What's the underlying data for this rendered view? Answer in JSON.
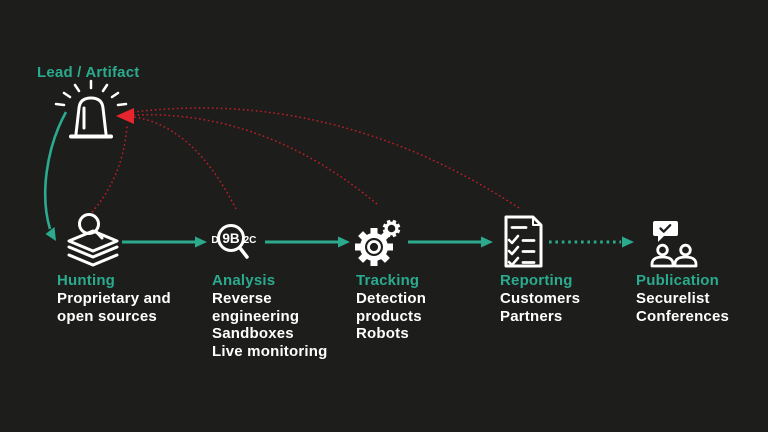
{
  "colors": {
    "background": "#1D1D1B",
    "teal": "#2BAA8E",
    "white": "#FFFFFF",
    "red_feedback_line": "#C01E28",
    "red_arrowhead": "#E8242E"
  },
  "lead": {
    "label": "Lead / Artifact",
    "icon": "siren-icon"
  },
  "stages": [
    {
      "title": "Hunting",
      "icon": "layers-search-icon",
      "lines": [
        "Proprietary and",
        "open sources"
      ]
    },
    {
      "title": "Analysis",
      "icon": "hex-magnifier-icon",
      "lines": [
        "Reverse",
        "engineering",
        "Sandboxes",
        "Live monitoring"
      ]
    },
    {
      "title": "Tracking",
      "icon": "gears-icon",
      "lines": [
        "Detection",
        "products",
        "Robots"
      ]
    },
    {
      "title": "Reporting",
      "icon": "checklist-document-icon",
      "lines": [
        "Customers",
        "Partners"
      ]
    },
    {
      "title": "Publication",
      "icon": "audience-speech-icon",
      "lines": [
        "Securelist",
        "Conferences"
      ]
    }
  ],
  "analysis_hex": {
    "left": "D",
    "center": "9B",
    "right": "2C"
  },
  "connections": {
    "forward_arrows": [
      {
        "from": "lead-artifact",
        "to": "hunting",
        "style": "solid-teal-curve"
      },
      {
        "from": "hunting",
        "to": "analysis",
        "style": "solid-teal"
      },
      {
        "from": "analysis",
        "to": "tracking",
        "style": "solid-teal"
      },
      {
        "from": "tracking",
        "to": "reporting",
        "style": "solid-teal"
      },
      {
        "from": "reporting",
        "to": "publication",
        "style": "dotted-teal"
      }
    ],
    "feedback_arrows": [
      {
        "from": "hunting",
        "to": "lead-artifact",
        "style": "dotted-red"
      },
      {
        "from": "analysis",
        "to": "lead-artifact",
        "style": "dotted-red"
      },
      {
        "from": "tracking",
        "to": "lead-artifact",
        "style": "dotted-red"
      },
      {
        "from": "reporting",
        "to": "lead-artifact",
        "style": "dotted-red"
      }
    ]
  }
}
